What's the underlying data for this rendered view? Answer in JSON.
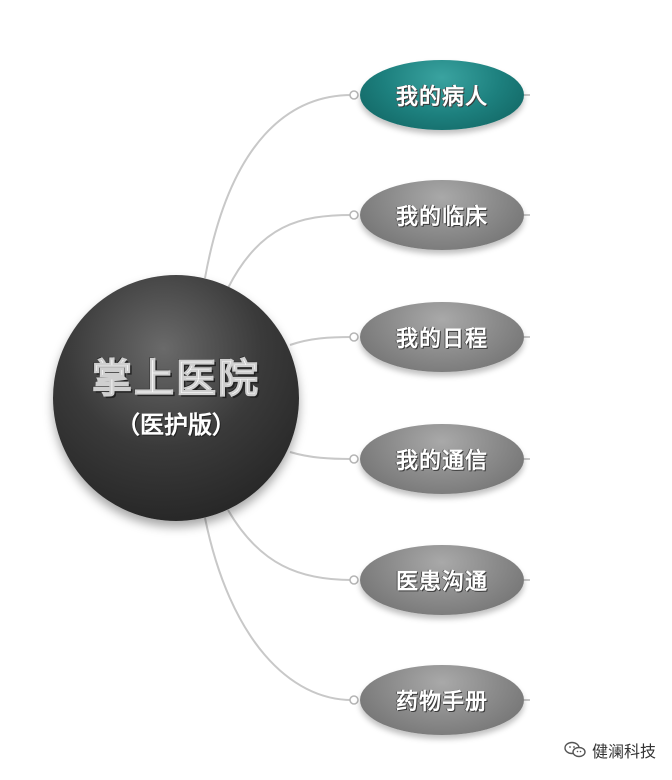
{
  "center": {
    "title": "掌上医院",
    "subtitle": "（医护版）"
  },
  "branches": [
    {
      "label": "我的病人",
      "active": true
    },
    {
      "label": "我的临床",
      "active": false
    },
    {
      "label": "我的日程",
      "active": false
    },
    {
      "label": "我的通信",
      "active": false
    },
    {
      "label": "医患沟通",
      "active": false
    },
    {
      "label": "药物手册",
      "active": false
    }
  ],
  "colors": {
    "active_branch": "#1d807e",
    "inactive_branch": "#8c8c8c",
    "center_node": "#2e2e2e",
    "connector": "#c8c8c8"
  },
  "watermark": {
    "icon": "wechat-icon",
    "text": "健澜科技"
  }
}
